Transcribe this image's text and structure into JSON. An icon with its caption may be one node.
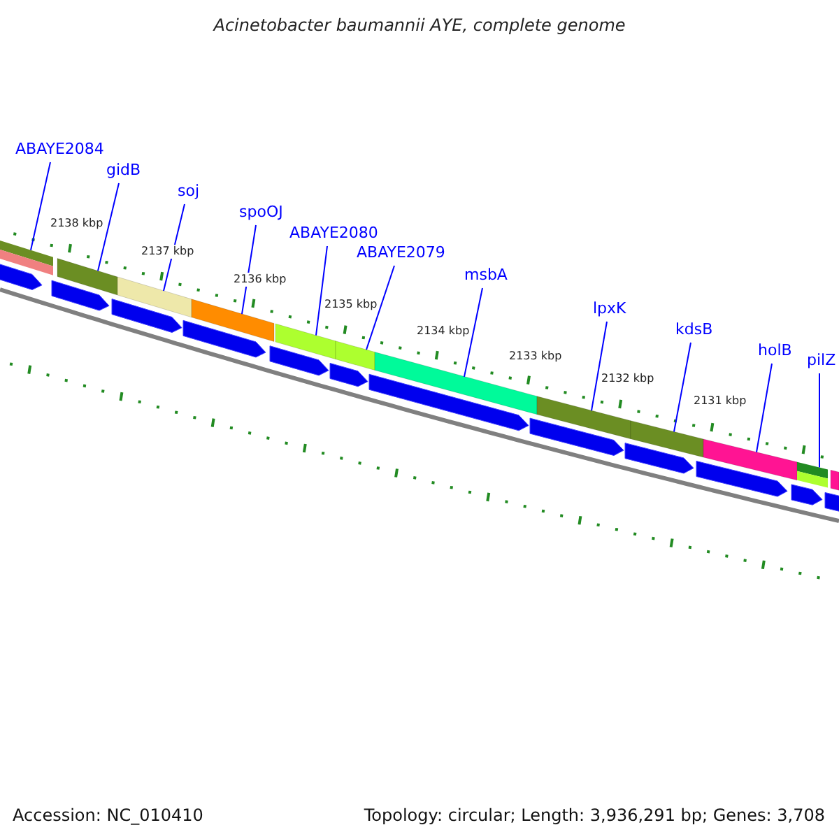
{
  "diagram": {
    "title": "Acinetobacter baumannii AYE, complete genome",
    "nodes": [
      {
        "text": [
          "ABAYE2084"
        ]
      },
      {
        "text": [
          "gidB"
        ]
      },
      {
        "text": [
          "soj"
        ]
      },
      {
        "text": [
          "spoOJ"
        ]
      },
      {
        "text": [
          "ABAYE2080"
        ]
      },
      {
        "text": [
          "ABAYE2079"
        ]
      },
      {
        "text": [
          "msbA"
        ]
      },
      {
        "text": [
          "lpxK"
        ]
      },
      {
        "text": [
          "kdsB"
        ]
      },
      {
        "text": [
          "holB"
        ]
      },
      {
        "text": [
          "pilZ"
        ]
      },
      {
        "text": [],
        "shape": "bar"
      },
      {
        "text": [],
        "shape": "bar"
      },
      {
        "text": [],
        "shape": "bar"
      },
      {
        "text": [],
        "shape": "bar"
      },
      {
        "text": [],
        "shape": "bar"
      },
      {
        "text": [],
        "shape": "bar"
      },
      {
        "text": [],
        "shape": "bar"
      },
      {
        "text": [],
        "shape": "bar"
      },
      {
        "text": [],
        "shape": "bar"
      },
      {
        "text": [],
        "shape": "bar"
      },
      {
        "text": [],
        "shape": "bar"
      },
      {
        "text": [],
        "shape": "bar"
      },
      {
        "text": [],
        "shape": "pentagon"
      },
      {
        "text": [],
        "shape": "pentagon"
      },
      {
        "text": [],
        "shape": "pentagon"
      },
      {
        "text": [],
        "shape": "pentagon"
      },
      {
        "text": [],
        "shape": "pentagon"
      },
      {
        "text": [],
        "shape": "pentagon"
      },
      {
        "text": [],
        "shape": "pentagon"
      },
      {
        "text": [],
        "shape": "pentagon"
      },
      {
        "text": [],
        "shape": "pentagon"
      },
      {
        "text": [],
        "shape": "pentagon"
      },
      {
        "text": [],
        "shape": "pentagon"
      },
      {
        "text": [],
        "shape": "pentagon"
      }
    ],
    "edges": [
      {
        "from": 0,
        "to": 11,
        "arrow": "none"
      },
      {
        "from": 1,
        "to": 12,
        "arrow": "none"
      },
      {
        "from": 2,
        "to": 13,
        "arrow": "none"
      },
      {
        "from": 3,
        "to": 14,
        "arrow": "none"
      },
      {
        "from": 4,
        "to": 15,
        "arrow": "none"
      },
      {
        "from": 5,
        "to": 16,
        "arrow": "none"
      },
      {
        "from": 6,
        "to": 17,
        "arrow": "none"
      },
      {
        "from": 7,
        "to": 18,
        "arrow": "none"
      },
      {
        "from": 8,
        "to": 19,
        "arrow": "none"
      },
      {
        "from": 9,
        "to": 20,
        "arrow": "none"
      },
      {
        "from": 10,
        "to": 21,
        "arrow": "none"
      }
    ],
    "labels": [
      "2138 kbp",
      "2137 kbp",
      "2136 kbp",
      "2135 kbp",
      "2134 kbp",
      "2133 kbp",
      "2132 kbp",
      "2131 kbp",
      "Accession: NC_010410",
      "Topology: circular; Length: 3,936,291 bp; Genes: 3,708"
    ]
  }
}
